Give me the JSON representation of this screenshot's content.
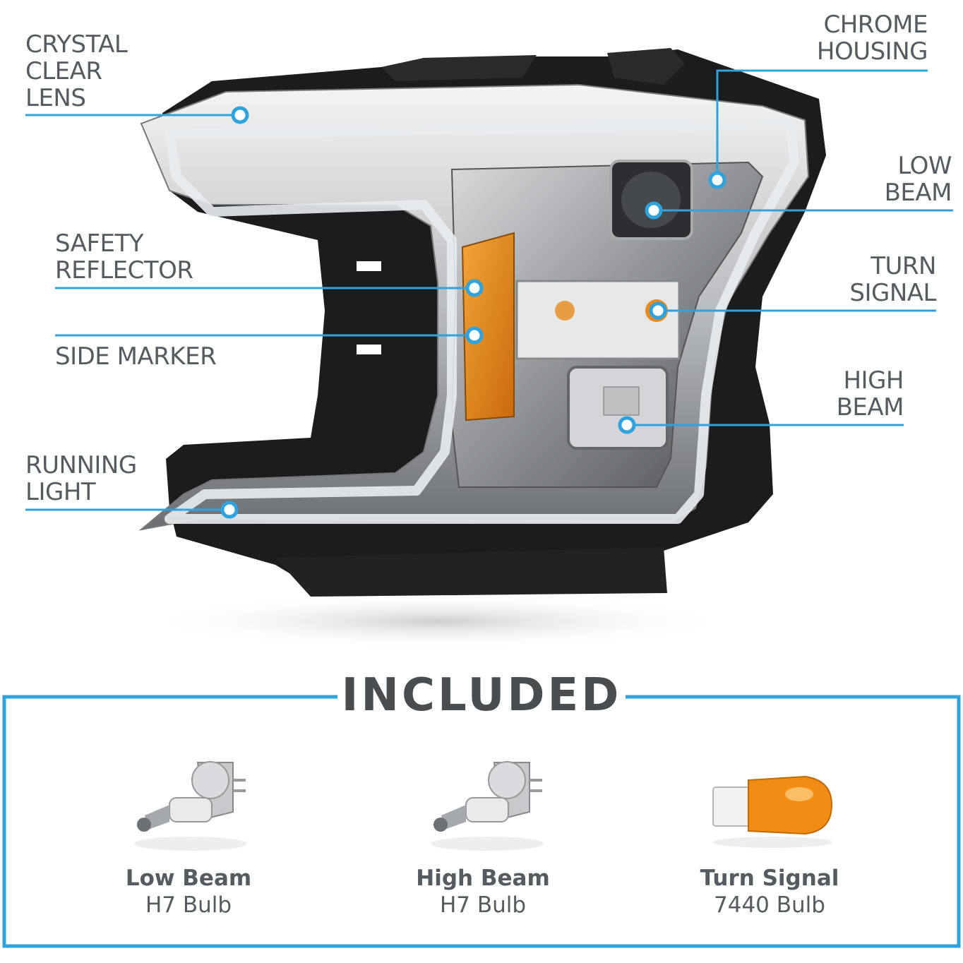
{
  "colors": {
    "accent": "#2ea3dd",
    "text": "#555b60",
    "title": "#4a4d50",
    "amber": "#e8891a"
  },
  "callouts": {
    "crystal_clear_lens": "CRYSTAL\nCLEAR\nLENS",
    "safety_reflector": "SAFETY\nREFLECTOR",
    "side_marker": "SIDE MARKER",
    "running_light": "RUNNING\nLIGHT",
    "chrome_housing": "CHROME\nHOUSING",
    "low_beam": "LOW\nBEAM",
    "turn_signal": "TURN\nSIGNAL",
    "high_beam": "HIGH\nBEAM"
  },
  "included": {
    "title": "INCLUDED",
    "items": [
      {
        "name": "Low Beam",
        "type": "H7 Bulb",
        "icon": "h7-bulb-icon"
      },
      {
        "name": "High Beam",
        "type": "H7 Bulb",
        "icon": "h7-bulb-icon"
      },
      {
        "name": "Turn Signal",
        "type": "7440 Bulb",
        "icon": "7440-amber-bulb-icon"
      }
    ]
  }
}
